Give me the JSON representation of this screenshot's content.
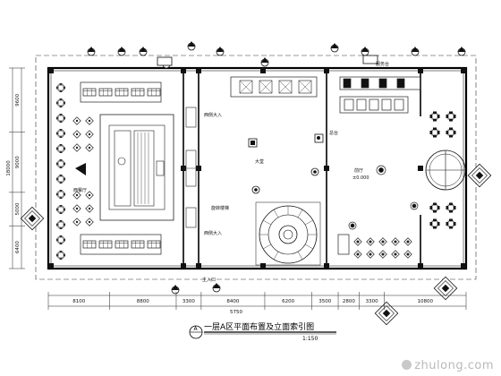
{
  "drawing": {
    "title": "一层A区平面布置及立面索引图",
    "scale": "1:150",
    "index_symbol": "A"
  },
  "dimensions": {
    "bottom_segments": [
      "8100",
      "8800",
      "3300",
      "8400",
      "6200",
      "3500",
      "2800",
      "3300",
      "10800"
    ],
    "bottom_total": "5750",
    "left_segments": [
      "9600",
      "9000",
      "5000",
      "6400"
    ],
    "left_total": "18000"
  },
  "rooms": {
    "entrance_left_top": "西侧大入",
    "entrance_left_bottom": "西侧大入",
    "west_hall": "西餐厅",
    "lobby": "大堂",
    "lobby_level": "±0.000",
    "reception": "前厅",
    "note_top": "服务台",
    "note_main": "总台",
    "note_stair": "旋转楼梯",
    "note_entry": "主入口"
  },
  "watermark": {
    "text": "zhulong.com"
  }
}
